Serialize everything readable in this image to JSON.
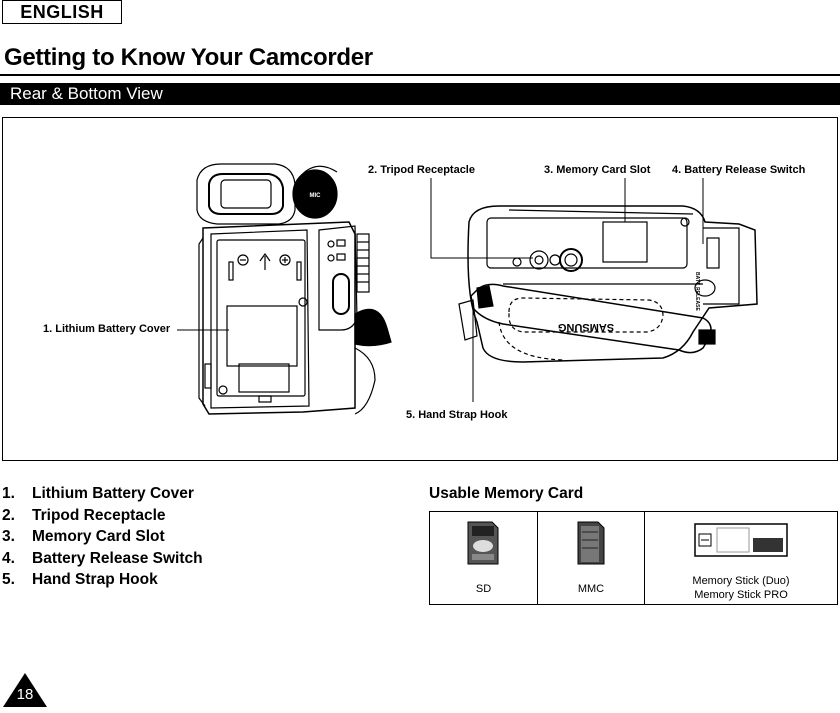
{
  "header": {
    "language_tab": "ENGLISH",
    "title": "Getting to Know Your Camcorder",
    "section": "Rear & Bottom View"
  },
  "figure": {
    "callouts": [
      "1. Lithium Battery Cover",
      "2. Tripod Receptacle",
      "3. Memory Card Slot",
      "4. Battery Release Switch",
      "5. Hand Strap Hook"
    ],
    "mic_label": "MIC",
    "brand_label": "SAMSUNG",
    "switch_label": "BATT. RELEASE"
  },
  "parts_list": [
    {
      "num": "1.",
      "label": "Lithium Battery Cover"
    },
    {
      "num": "2.",
      "label": "Tripod Receptacle"
    },
    {
      "num": "3.",
      "label": "Memory Card Slot"
    },
    {
      "num": "4.",
      "label": "Battery Release Switch"
    },
    {
      "num": "5.",
      "label": "Hand Strap Hook"
    }
  ],
  "usable_memory": {
    "title": "Usable Memory Card",
    "cards": [
      {
        "label": "SD",
        "icon": "sd-card-icon"
      },
      {
        "label": "MMC",
        "icon": "mmc-card-icon"
      },
      {
        "label_line1": "Memory Stick (Duo)",
        "label_line2": "Memory Stick PRO",
        "icon": "memory-stick-icon"
      }
    ]
  },
  "page_number": "18"
}
